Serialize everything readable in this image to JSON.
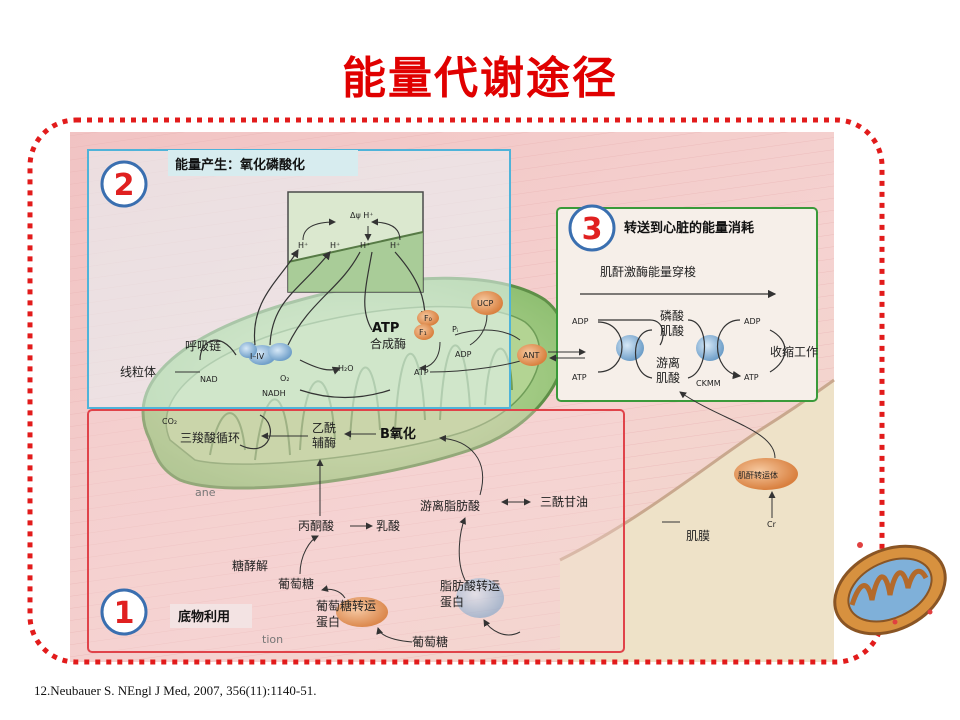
{
  "title": "能量代谢途径",
  "citation": "12.Neubauer S. NEngl J Med, 2007, 356(11):1140-51.",
  "colors": {
    "title": "#e00000",
    "border_dots": "#e21b1b",
    "section1": "#e0434a",
    "section2": "#4fb3d9",
    "section3": "#3a9a3a",
    "background_pink": "#f3c8c8"
  },
  "sections": {
    "s1": {
      "number": "1",
      "label": "底物利用"
    },
    "s2": {
      "number": "2",
      "label": "能量产生：氧化磷酸化"
    },
    "s3": {
      "number": "3",
      "label": "转送到心脏的能量消耗"
    }
  },
  "labels": {
    "mitochondrion": "线粒体",
    "respiratory_chain": "呼吸链",
    "complex": "I–IV",
    "nad": "NAD",
    "nadh": "NADH",
    "o2": "O₂",
    "h2o": "H₂O",
    "co2": "CO₂",
    "hplus": "H⁺",
    "dpsi": "Δψ H⁺",
    "fo": "F₀",
    "f1": "F₁",
    "pi": "Pᵢ",
    "atp_synthase_1": "ATP",
    "atp_synthase_2": "合成酶",
    "adp": "ADP",
    "atp": "ATP",
    "ucp": "UCP",
    "ant": "ANT",
    "tca": "三羧酸循环",
    "acetyl_coa_1": "乙酰",
    "acetyl_coa_2": "辅酶",
    "beta_ox": "B氧化",
    "pyruvate": "丙酮酸",
    "lactate": "乳酸",
    "glycolysis": "糖酵解",
    "glucose": "葡萄糖",
    "glut_1": "葡萄糖转运",
    "glut_2": "蛋白",
    "ffa": "游离脂肪酸",
    "triglyceride": "三酰甘油",
    "fat_1": "脂肪酸转运",
    "fat_2": "蛋白",
    "shuttle": "肌酐激酶能量穿梭",
    "pcr_1": "磷酸",
    "pcr_2": "肌酸",
    "free_cr_1": "游离",
    "free_cr_2": "肌酸",
    "ck_mm": "CKMM",
    "contraction": "收缩工作",
    "cr_transporter": "肌酐转运体",
    "cr": "Cr",
    "sarcolemma": "肌膜",
    "ghost_ane": "ane",
    "ghost_tion": "tion"
  }
}
